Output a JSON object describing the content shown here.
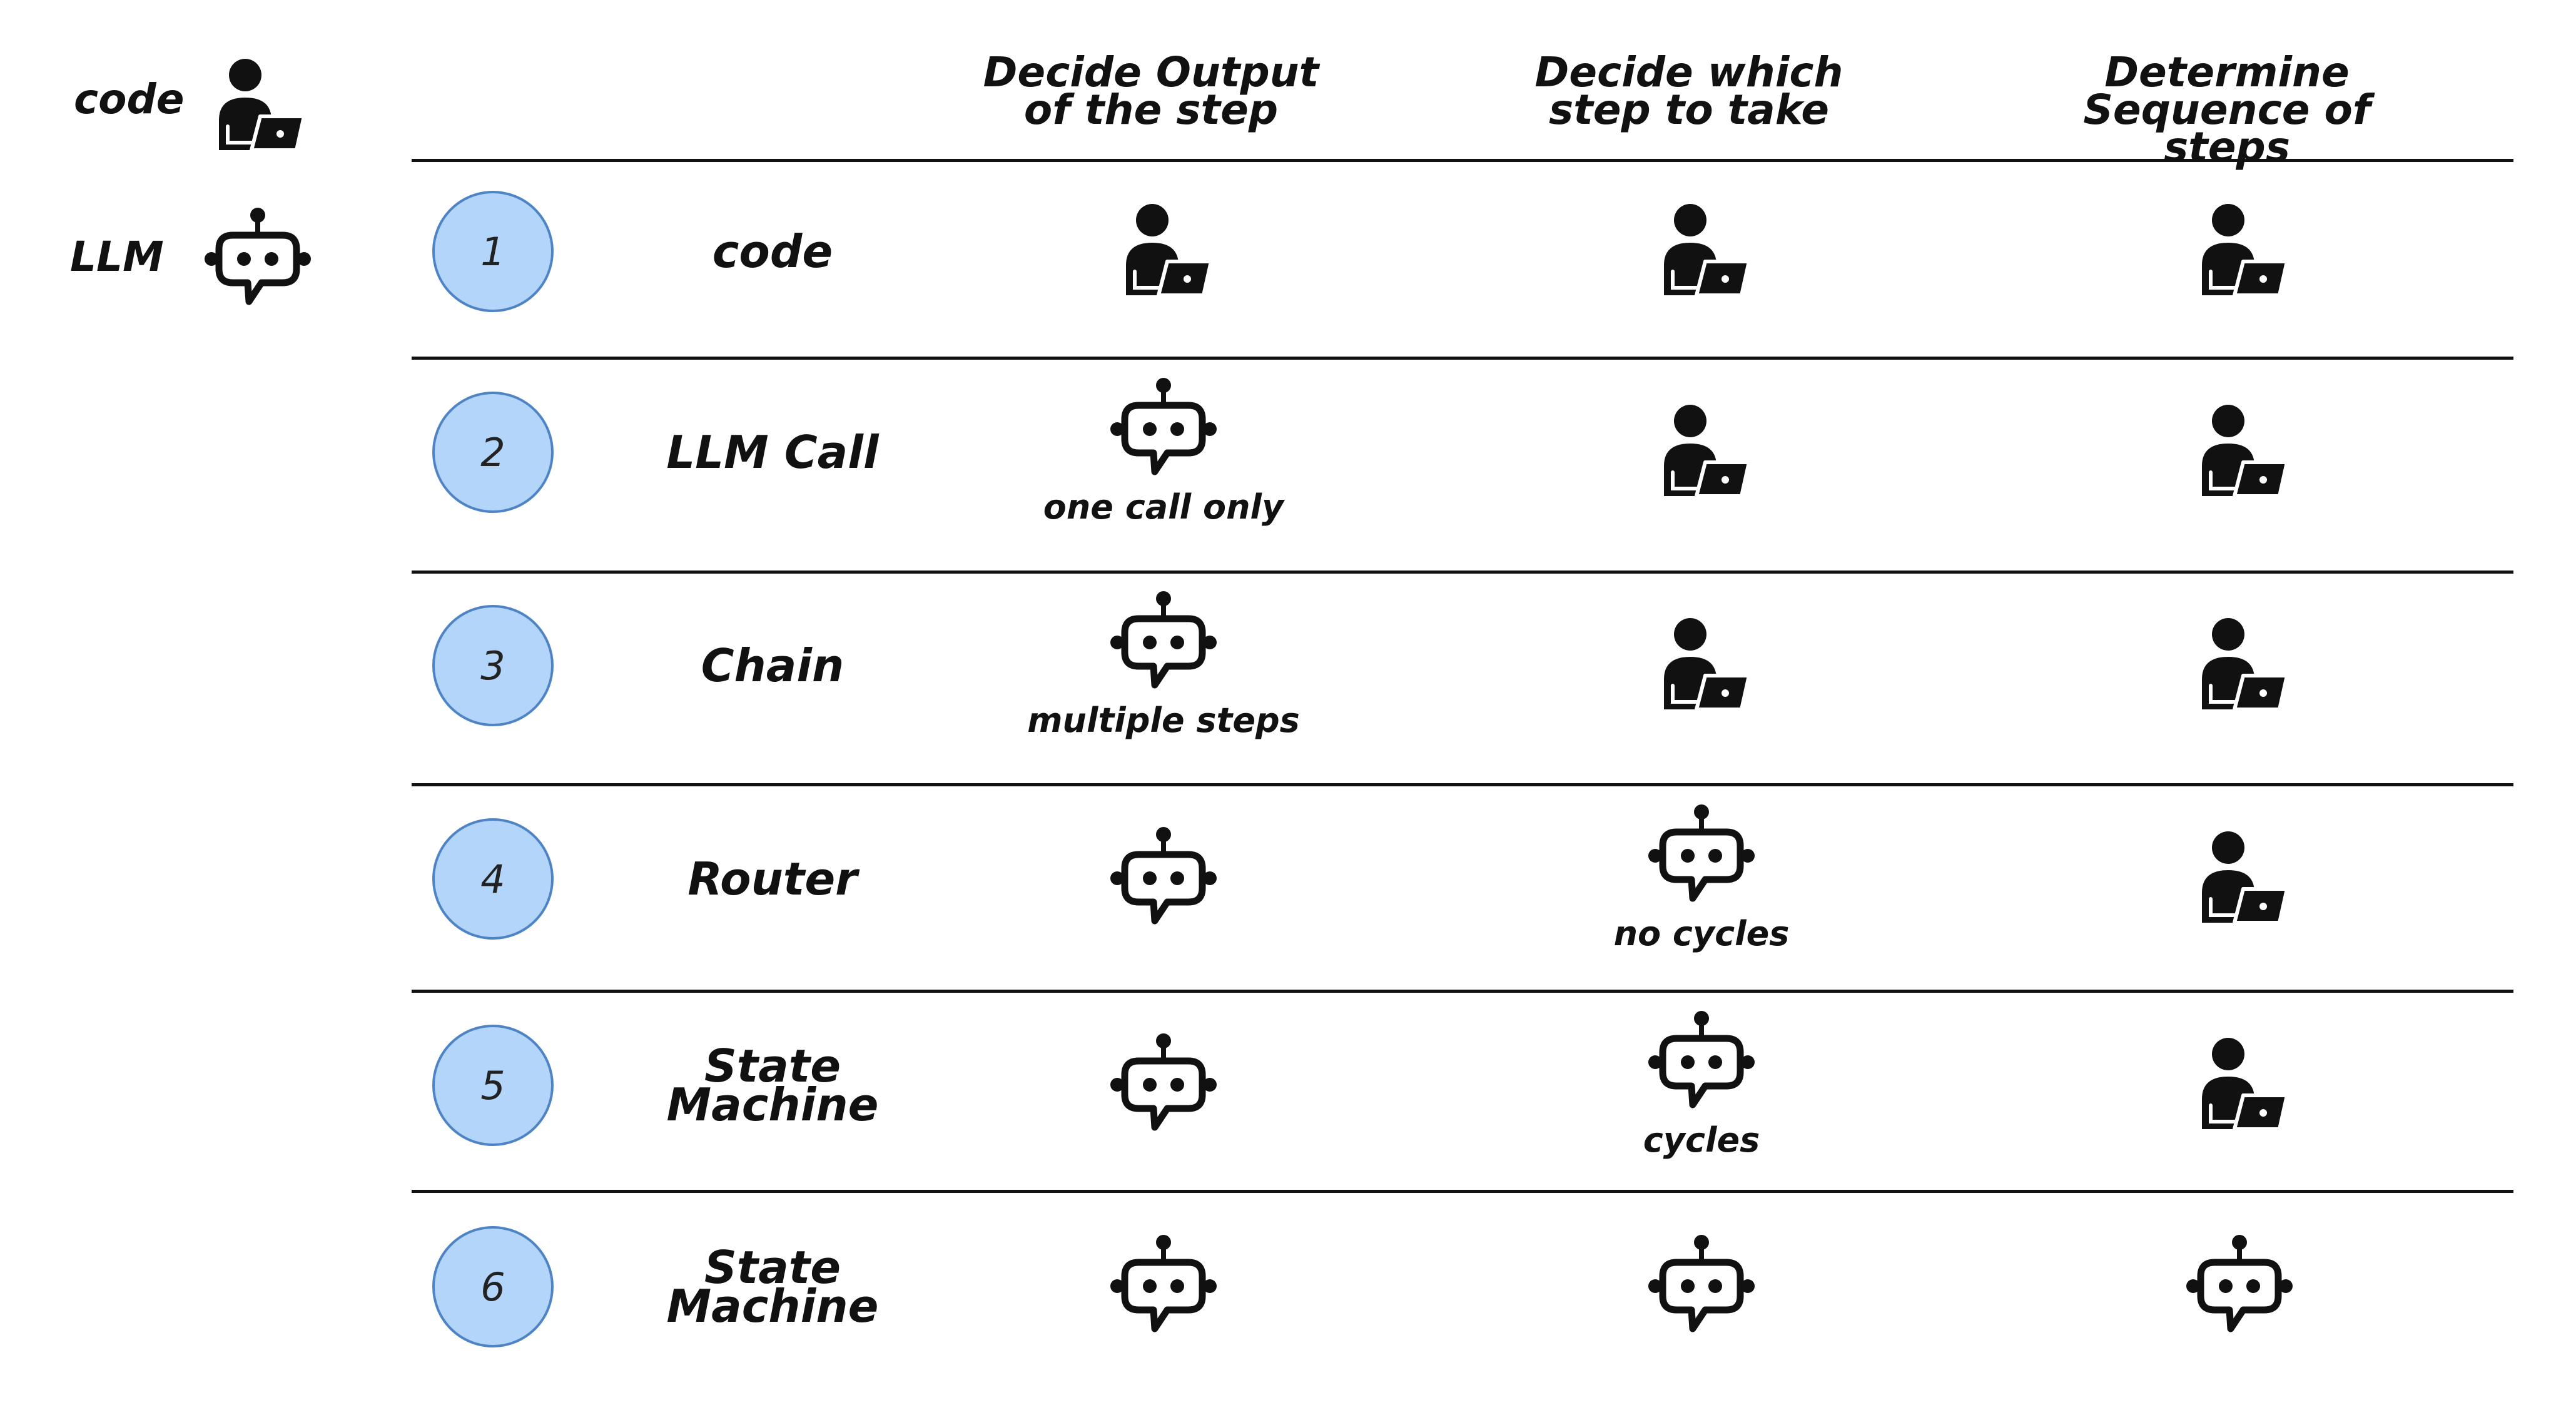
{
  "legend": {
    "code_label": "code",
    "llm_label": "LLM",
    "code_icon": "person-laptop-icon",
    "llm_icon": "robot-icon"
  },
  "columns": [
    "Decide Output\nof the step",
    "Decide which\nstep to take",
    "Determine\nSequence of steps"
  ],
  "rows": [
    {
      "number": "1",
      "label": "code",
      "cells": [
        "code",
        "code",
        "code"
      ],
      "notes": [
        "",
        "",
        ""
      ]
    },
    {
      "number": "2",
      "label": "LLM Call",
      "cells": [
        "llm",
        "code",
        "code"
      ],
      "notes": [
        "one call only",
        "",
        ""
      ]
    },
    {
      "number": "3",
      "label": "Chain",
      "cells": [
        "llm",
        "code",
        "code"
      ],
      "notes": [
        "multiple steps",
        "",
        ""
      ]
    },
    {
      "number": "4",
      "label": "Router",
      "cells": [
        "llm",
        "llm",
        "code"
      ],
      "notes": [
        "",
        "no cycles",
        ""
      ]
    },
    {
      "number": "5",
      "label": "State\nMachine",
      "cells": [
        "llm",
        "llm",
        "code"
      ],
      "notes": [
        "",
        "cycles",
        ""
      ]
    },
    {
      "number": "6",
      "label": "State\nMachine",
      "cells": [
        "llm",
        "llm",
        "llm"
      ],
      "notes": [
        "",
        "",
        ""
      ]
    }
  ],
  "colors": {
    "circle_fill": "#b3d5f9",
    "circle_stroke": "#4e84c6",
    "ink": "#111111"
  }
}
